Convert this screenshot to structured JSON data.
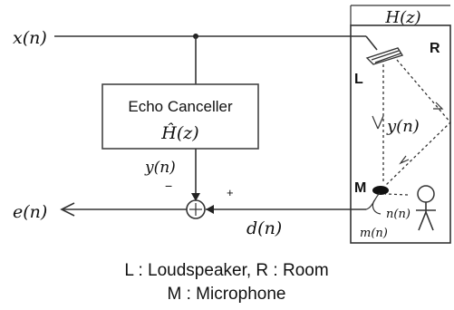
{
  "signals": {
    "x_n": "x(n)",
    "e_n": "e(n)",
    "y_n_left": "y(n)",
    "y_n_room": "y(n)",
    "d_n": "d(n)",
    "n_n": "n(n)",
    "m_n": "m(n)",
    "minus": "−",
    "plus": "+"
  },
  "room": {
    "transfer": "H(z)",
    "label_R": "R",
    "label_L": "L",
    "label_M": "M"
  },
  "canceller": {
    "title": "Echo Canceller",
    "transfer": "Ĥ(z)"
  },
  "legend": {
    "line1": "L : Loudspeaker,  R : Room",
    "line2": "M : Microphone"
  }
}
